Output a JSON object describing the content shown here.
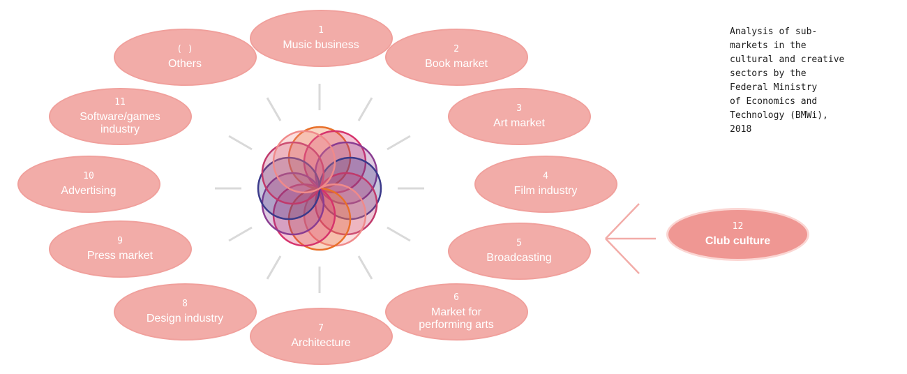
{
  "caption": "Analysis of sub-\nmarkets in the\ncultural and creative\nsectors by the\nFederal Ministry\nof Economics and\nTechnology (BMWi),\n2018",
  "colors": {
    "bubble_fill": "#f2aca8",
    "bubble_border": "#f0a09c",
    "highlight_fill": "#ef9793",
    "spoke_color": "#d9d9d9",
    "arrow_color": "#f2aca8",
    "rosette_colors": [
      "#e8702a",
      "#d6336c",
      "#8a3c91",
      "#3b3a8a",
      "#c0396b",
      "#f08a8a"
    ]
  },
  "submarkets": [
    {
      "id": "1",
      "number": "1",
      "label": "Music business"
    },
    {
      "id": "2",
      "number": "2",
      "label": "Book market"
    },
    {
      "id": "3",
      "number": "3",
      "label": "Art market"
    },
    {
      "id": "4",
      "number": "4",
      "label": "Film industry"
    },
    {
      "id": "5",
      "number": "5",
      "label": "Broadcasting"
    },
    {
      "id": "6",
      "number": "6",
      "label": "Market for\nperforming arts"
    },
    {
      "id": "7",
      "number": "7",
      "label": "Architecture"
    },
    {
      "id": "8",
      "number": "8",
      "label": "Design industry"
    },
    {
      "id": "9",
      "number": "9",
      "label": "Press market"
    },
    {
      "id": "10",
      "number": "10",
      "label": "Advertising"
    },
    {
      "id": "11",
      "number": "11",
      "label": "Software/games\nindustry"
    },
    {
      "id": "0",
      "number": "( )",
      "label": "Others"
    }
  ],
  "highlight": {
    "number": "12",
    "label": "Club culture"
  }
}
